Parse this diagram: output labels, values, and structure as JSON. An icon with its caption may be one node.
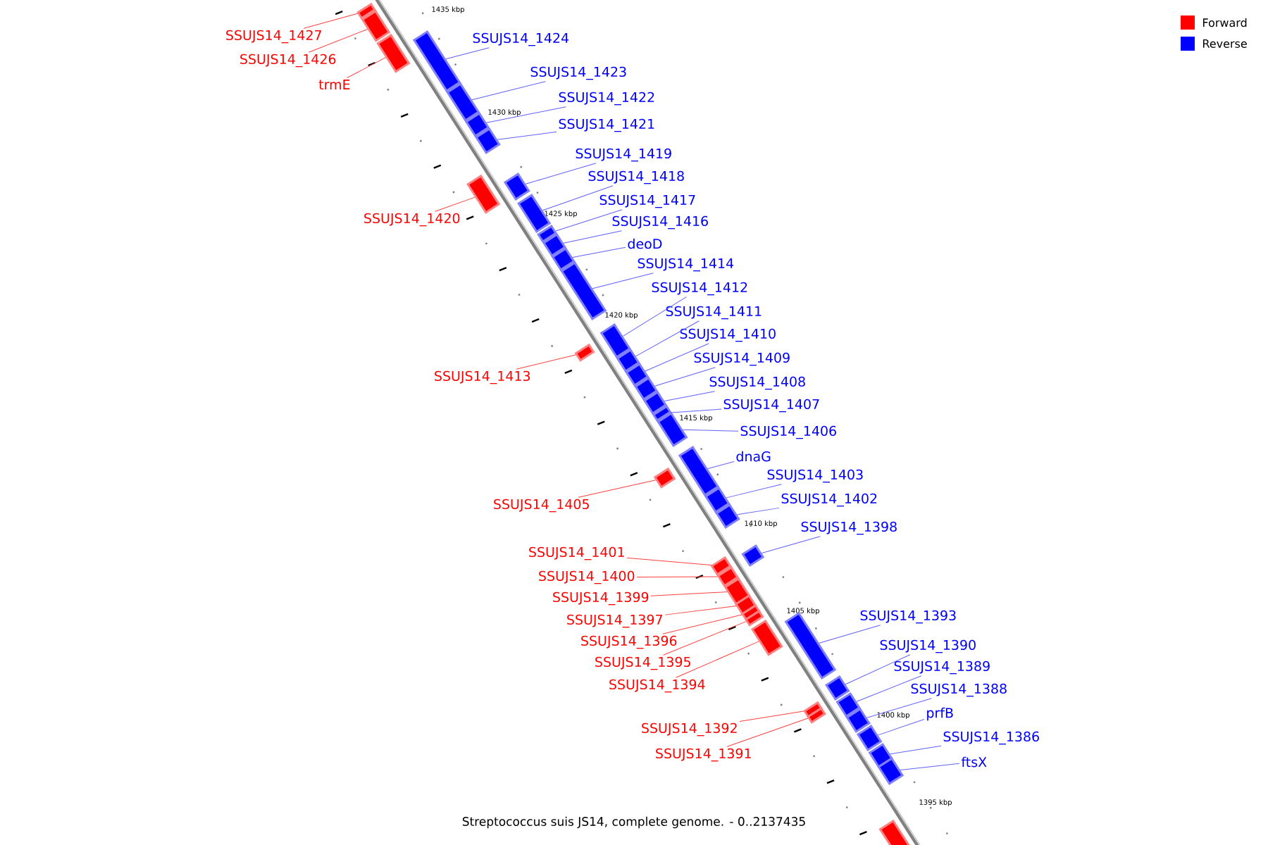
{
  "diagram": {
    "caption": "Streptococcus suis JS14, complete genome. - 0..2137435",
    "nodes": [
      {
        "text": [
          "SSUJS14_1427"
        ]
      },
      {
        "text": [
          "SSUJS14_1426"
        ]
      },
      {
        "text": [
          "trmE"
        ]
      },
      {
        "text": [
          "SSUJS14_1424"
        ]
      },
      {
        "text": [
          "SSUJS14_1423"
        ]
      },
      {
        "text": [
          "SSUJS14_1422"
        ]
      },
      {
        "text": [
          "SSUJS14_1421"
        ]
      },
      {
        "text": [
          "SSUJS14_1420"
        ]
      },
      {
        "text": [
          "SSUJS14_1419"
        ]
      },
      {
        "text": [
          "SSUJS14_1418"
        ]
      },
      {
        "text": [
          "SSUJS14_1417"
        ]
      },
      {
        "text": [
          "SSUJS14_1416"
        ]
      },
      {
        "text": [
          "deoD"
        ]
      },
      {
        "text": [
          "SSUJS14_1414"
        ]
      },
      {
        "text": [
          "SSUJS14_1413"
        ]
      },
      {
        "text": [
          "SSUJS14_1412"
        ]
      },
      {
        "text": [
          "SSUJS14_1411"
        ]
      },
      {
        "text": [
          "SSUJS14_1410"
        ]
      },
      {
        "text": [
          "SSUJS14_1409"
        ]
      },
      {
        "text": [
          "SSUJS14_1408"
        ]
      },
      {
        "text": [
          "SSUJS14_1407"
        ]
      },
      {
        "text": [
          "SSUJS14_1406"
        ]
      },
      {
        "text": [
          "SSUJS14_1405"
        ]
      },
      {
        "text": [
          "dnaG"
        ]
      },
      {
        "text": [
          "SSUJS14_1403"
        ]
      },
      {
        "text": [
          "SSUJS14_1402"
        ]
      },
      {
        "text": [
          "SSUJS14_1401"
        ]
      },
      {
        "text": [
          "SSUJS14_1398"
        ]
      },
      {
        "text": [
          "SSUJS14_1400"
        ]
      },
      {
        "text": [
          "SSUJS14_1399"
        ]
      },
      {
        "text": [
          "SSUJS14_1397"
        ]
      },
      {
        "text": [
          "SSUJS14_1396"
        ]
      },
      {
        "text": [
          "SSUJS14_1395"
        ]
      },
      {
        "text": [
          "SSUJS14_1394"
        ]
      },
      {
        "text": [
          "SSUJS14_1393"
        ]
      },
      {
        "text": [
          "SSUJS14_1390"
        ]
      },
      {
        "text": [
          "SSUJS14_1392"
        ]
      },
      {
        "text": [
          "SSUJS14_1391"
        ]
      },
      {
        "text": [
          "SSUJS14_1389"
        ]
      },
      {
        "text": [
          "SSUJS14_1388"
        ]
      },
      {
        "text": [
          "prfB"
        ]
      },
      {
        "text": [
          "SSUJS14_1386"
        ]
      },
      {
        "text": [
          "ftsX"
        ]
      },
      {
        "text": [],
        "shape": "box"
      },
      {
        "text": [],
        "shape": "box"
      },
      {
        "text": [],
        "shape": "box"
      },
      {
        "text": [],
        "shape": "box"
      },
      {
        "text": [],
        "shape": "box"
      },
      {
        "text": [],
        "shape": "box"
      },
      {
        "text": [],
        "shape": "box"
      },
      {
        "text": [],
        "shape": "box"
      },
      {
        "text": [],
        "shape": "box"
      },
      {
        "text": [],
        "shape": "box"
      },
      {
        "text": [],
        "shape": "box"
      },
      {
        "text": [],
        "shape": "box"
      },
      {
        "text": [],
        "shape": "box"
      },
      {
        "text": [],
        "shape": "box"
      },
      {
        "text": [],
        "shape": "box"
      },
      {
        "text": [],
        "shape": "box"
      },
      {
        "text": [],
        "shape": "box"
      },
      {
        "text": [],
        "shape": "box"
      },
      {
        "text": [],
        "shape": "box"
      },
      {
        "text": [],
        "shape": "box"
      },
      {
        "text": [],
        "shape": "box"
      },
      {
        "text": [],
        "shape": "box"
      },
      {
        "text": [],
        "shape": "box"
      },
      {
        "text": [],
        "shape": "box"
      },
      {
        "text": [],
        "shape": "box"
      },
      {
        "text": [],
        "shape": "box"
      },
      {
        "text": [],
        "shape": "box"
      },
      {
        "text": [],
        "shape": "box"
      },
      {
        "text": [],
        "shape": "box"
      },
      {
        "text": [],
        "shape": "box"
      },
      {
        "text": [],
        "shape": "box"
      },
      {
        "text": [],
        "shape": "box"
      },
      {
        "text": [],
        "shape": "box"
      },
      {
        "text": [],
        "shape": "box"
      },
      {
        "text": [],
        "shape": "box"
      },
      {
        "text": [],
        "shape": "box"
      },
      {
        "text": [],
        "shape": "box"
      },
      {
        "text": [],
        "shape": "box"
      },
      {
        "text": [],
        "shape": "box"
      },
      {
        "text": [],
        "shape": "box"
      },
      {
        "text": [],
        "shape": "box"
      },
      {
        "text": [],
        "shape": "box"
      },
      {
        "text": [],
        "shape": "box"
      },
      {
        "text": [],
        "shape": "box"
      }
    ],
    "edges": [
      {
        "from": 0,
        "to": 43,
        "arrow": "none",
        "color": "#ff4040"
      },
      {
        "from": 1,
        "to": 44,
        "arrow": "none",
        "color": "#ff4040"
      },
      {
        "from": 2,
        "to": 45,
        "arrow": "none",
        "color": "#ff4040"
      },
      {
        "from": 3,
        "to": 46,
        "arrow": "none"
      },
      {
        "from": 4,
        "to": 47,
        "arrow": "none"
      },
      {
        "from": 5,
        "to": 48,
        "arrow": "none"
      },
      {
        "from": 6,
        "to": 49,
        "arrow": "none"
      },
      {
        "from": 7,
        "to": 50,
        "arrow": "none",
        "color": "#ff4040"
      },
      {
        "from": 8,
        "to": 51,
        "arrow": "none"
      },
      {
        "from": 9,
        "to": 52,
        "arrow": "none"
      },
      {
        "from": 10,
        "to": 53,
        "arrow": "none"
      },
      {
        "from": 11,
        "to": 54,
        "arrow": "none"
      },
      {
        "from": 12,
        "to": 55,
        "arrow": "none"
      },
      {
        "from": 13,
        "to": 56,
        "arrow": "none"
      },
      {
        "from": 14,
        "to": 57,
        "arrow": "none",
        "color": "#ff4040"
      },
      {
        "from": 15,
        "to": 58,
        "arrow": "none"
      },
      {
        "from": 16,
        "to": 59,
        "arrow": "none"
      },
      {
        "from": 17,
        "to": 60,
        "arrow": "none"
      },
      {
        "from": 18,
        "to": 61,
        "arrow": "none"
      },
      {
        "from": 19,
        "to": 62,
        "arrow": "none"
      },
      {
        "from": 20,
        "to": 63,
        "arrow": "none"
      },
      {
        "from": 21,
        "to": 64,
        "arrow": "none"
      },
      {
        "from": 22,
        "to": 65,
        "arrow": "none",
        "color": "#ff4040"
      },
      {
        "from": 23,
        "to": 66,
        "arrow": "none"
      },
      {
        "from": 24,
        "to": 67,
        "arrow": "none"
      },
      {
        "from": 25,
        "to": 68,
        "arrow": "none"
      },
      {
        "from": 26,
        "to": 69,
        "arrow": "none",
        "color": "#ff4040"
      },
      {
        "from": 27,
        "to": 70,
        "arrow": "none"
      },
      {
        "from": 28,
        "to": 71,
        "arrow": "none",
        "color": "#ff4040"
      },
      {
        "from": 29,
        "to": 72,
        "arrow": "none",
        "color": "#ff4040"
      },
      {
        "from": 30,
        "to": 73,
        "arrow": "none",
        "color": "#ff4040"
      },
      {
        "from": 31,
        "to": 74,
        "arrow": "none",
        "color": "#ff4040"
      },
      {
        "from": 32,
        "to": 75,
        "arrow": "none",
        "color": "#ff4040"
      },
      {
        "from": 33,
        "to": 76,
        "arrow": "none",
        "color": "#ff4040"
      },
      {
        "from": 34,
        "to": 77,
        "arrow": "none"
      },
      {
        "from": 35,
        "to": 78,
        "arrow": "none"
      },
      {
        "from": 36,
        "to": 79,
        "arrow": "none",
        "color": "#ff4040"
      },
      {
        "from": 37,
        "to": 80,
        "arrow": "none",
        "color": "#ff4040"
      },
      {
        "from": 38,
        "to": 81,
        "arrow": "none"
      },
      {
        "from": 39,
        "to": 82,
        "arrow": "none"
      },
      {
        "from": 40,
        "to": 83,
        "arrow": "none"
      },
      {
        "from": 41,
        "to": 84,
        "arrow": "none"
      },
      {
        "from": 42,
        "to": 85,
        "arrow": "none"
      }
    ],
    "labels": [
      "1435 kbp",
      "1430 kbp",
      "1425 kbp",
      "1420 kbp",
      "1415 kbp",
      "1410 kbp",
      "1405 kbp",
      "1400 kbp",
      "1395 kbp"
    ],
    "legend": [
      {
        "text": "Forward",
        "color": "#ff0000"
      },
      {
        "text": "Reverse",
        "color": "#0000ff"
      }
    ]
  }
}
